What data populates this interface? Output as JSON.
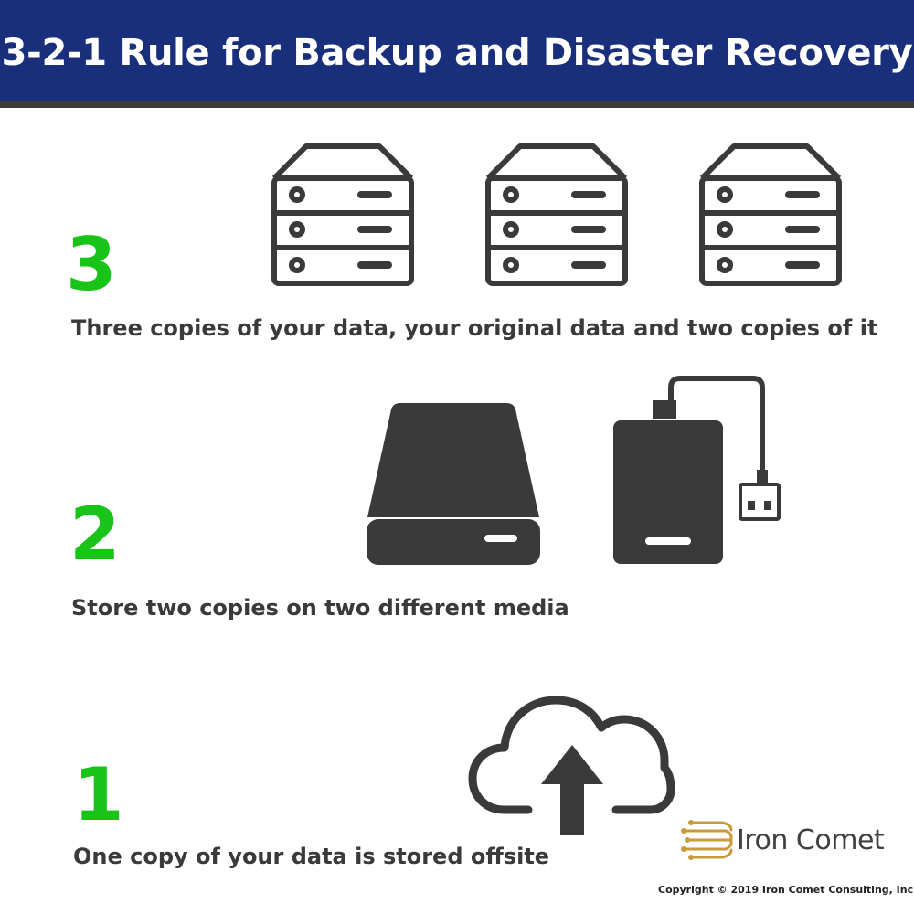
{
  "header": {
    "title": "3-2-1 Rule for Backup and Disaster Recovery"
  },
  "sections": [
    {
      "number": "3",
      "caption": "Three copies of your data, your original data and two copies of it",
      "icon": "server-icon"
    },
    {
      "number": "2",
      "caption": "Store two copies on two different media",
      "icon": "hard-drive-icon"
    },
    {
      "number": "1",
      "caption": "One copy of your data is stored offsite",
      "icon": "cloud-upload-icon"
    }
  ],
  "logo": {
    "text": "Iron Comet",
    "icon": "comet-logo-icon"
  },
  "footer": {
    "copyright": "Copyright © 2019 Iron Comet Consulting, Inc."
  },
  "colors": {
    "header_bg": "#1a2f7c",
    "number": "#17c417",
    "icon": "#3a3a3a",
    "text": "#3a3a3a",
    "logo_gold": "#c89a3c"
  }
}
